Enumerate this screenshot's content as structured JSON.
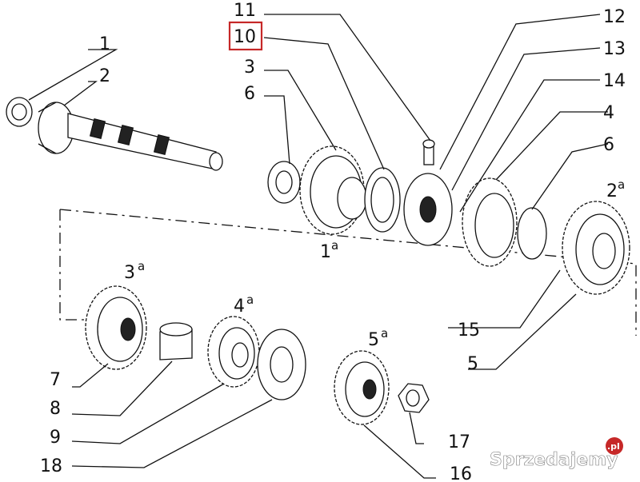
{
  "diagram": {
    "highlight_color": "#c62828",
    "labels": {
      "n1": "1",
      "n2": "2",
      "n3": "3",
      "n4": "4",
      "n5": "5",
      "n6a": "6",
      "n6b": "6",
      "n7": "7",
      "n8": "8",
      "n9": "9",
      "n10": "10",
      "n11": "11",
      "n12": "12",
      "n13": "13",
      "n14": "14",
      "n15": "15",
      "n16": "16",
      "n17": "17",
      "n18": "18"
    },
    "gear_marks": {
      "g1": "1",
      "g2": "2",
      "g3": "3",
      "g4": "4",
      "g5": "5",
      "sup": "a"
    },
    "highlighted_label": "10"
  },
  "watermark": {
    "text": "Sprzedajemy",
    "suffix": ".pl"
  }
}
